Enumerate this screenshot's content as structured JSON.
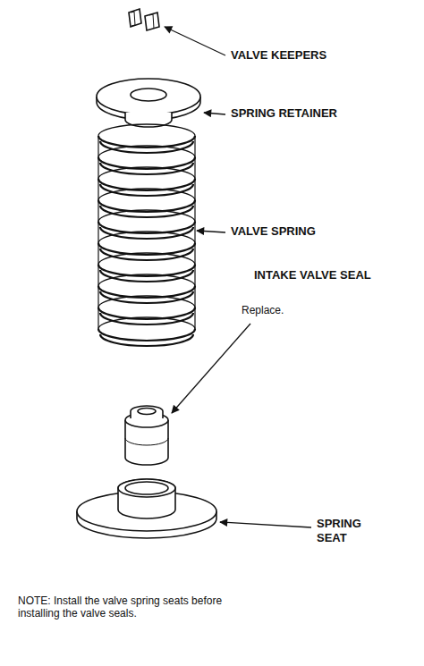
{
  "diagram": {
    "labels": [
      "VALVE KEEPERS",
      "SPRING RETAINER",
      "VALVE SPRING",
      "INTAKE VALVE SEAL",
      "Replace.",
      "SPRING SEAT",
      "NOTE: Install the valve spring seats before installing the valve seals."
    ]
  }
}
